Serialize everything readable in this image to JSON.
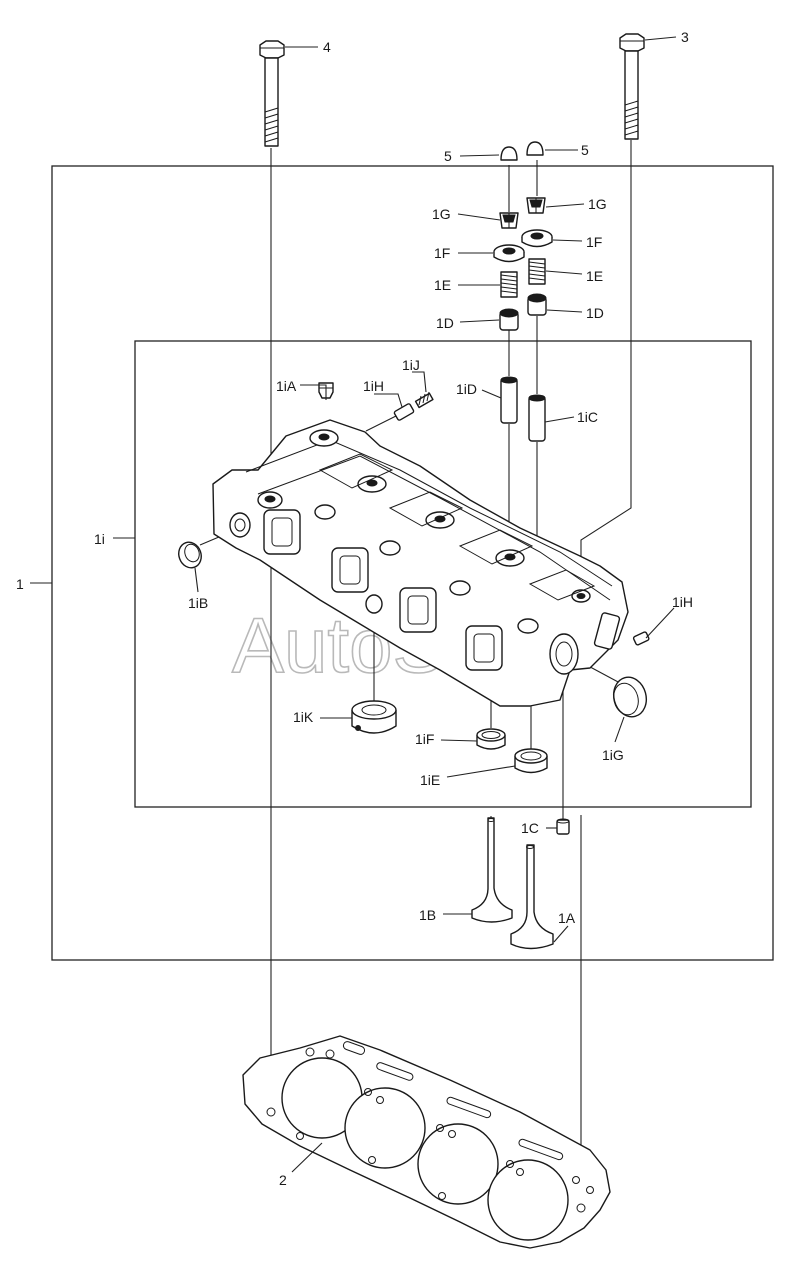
{
  "watermark": "AutoSoft",
  "labels": {
    "l1": "1",
    "l2": "2",
    "l3": "3",
    "l4": "4",
    "l5a": "5",
    "l5b": "5",
    "l1G_left": "1G",
    "l1G_right": "1G",
    "l1F_left": "1F",
    "l1F_right": "1F",
    "l1E_left": "1E",
    "l1E_right": "1E",
    "l1D_left": "1D",
    "l1D_right": "1D",
    "l1i": "1i",
    "l1iA": "1iA",
    "l1iH_top": "1iH",
    "l1iJ": "1iJ",
    "l1iD": "1iD",
    "l1iC": "1iC",
    "l1iB": "1iB",
    "l1iH_right": "1iH",
    "l1iK": "1iK",
    "l1iF": "1iF",
    "l1iE": "1iE",
    "l1iG": "1iG",
    "l1C": "1C",
    "l1B": "1B",
    "l1A": "1A"
  }
}
